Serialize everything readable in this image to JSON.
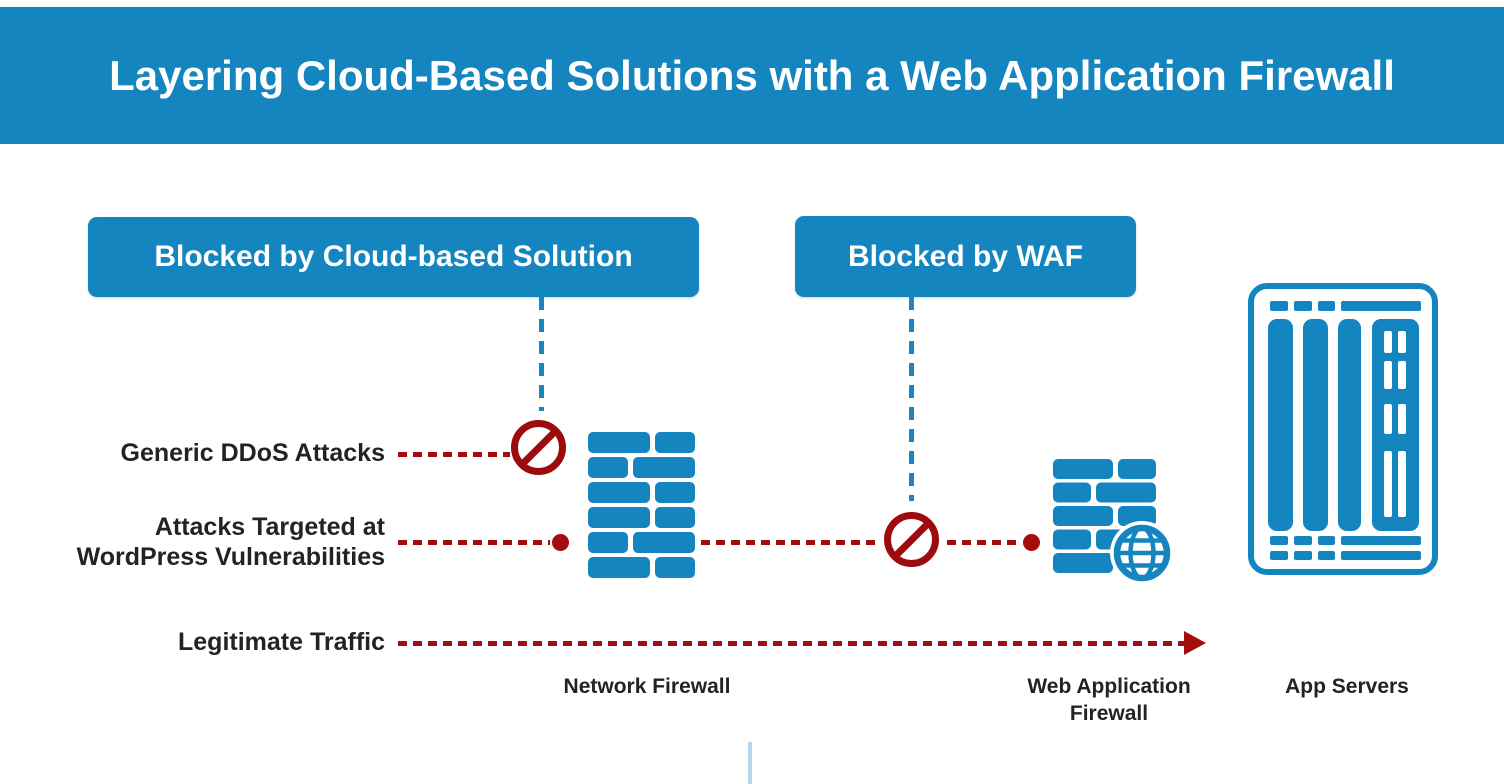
{
  "banner": {
    "title": "Layering Cloud-Based Solutions with a Web Application Firewall"
  },
  "callouts": {
    "cloud": {
      "label": "Blocked by Cloud-based Solution"
    },
    "waf": {
      "label": "Blocked by WAF"
    }
  },
  "flows": {
    "generic_ddos": {
      "label": "Generic DDoS Attacks"
    },
    "wordpress": {
      "label": "Attacks Targeted at\nWordPress Vulnerabilities"
    },
    "legitimate": {
      "label": "Legitimate Traffic"
    }
  },
  "nodes": {
    "network_firewall": {
      "label": "Network Firewall"
    },
    "web_application_firewall": {
      "label": "Web Application\nFirewall"
    },
    "app_servers": {
      "label": "App Servers"
    }
  },
  "icons": {
    "no_entry": "no-entry-icon",
    "network_firewall_wall": "brick-wall-icon",
    "waf_wall": "brick-wall-icon",
    "globe": "globe-icon",
    "app_servers": "server-rack-icon"
  },
  "colors": {
    "primary_blue": "#1485BF",
    "dark_red": "#A40D0E",
    "prohibit_red": "#9E0B0C",
    "text_dark": "#232323",
    "light_blue_accent": "#B9D5EA",
    "background": "#FFFFFF"
  }
}
